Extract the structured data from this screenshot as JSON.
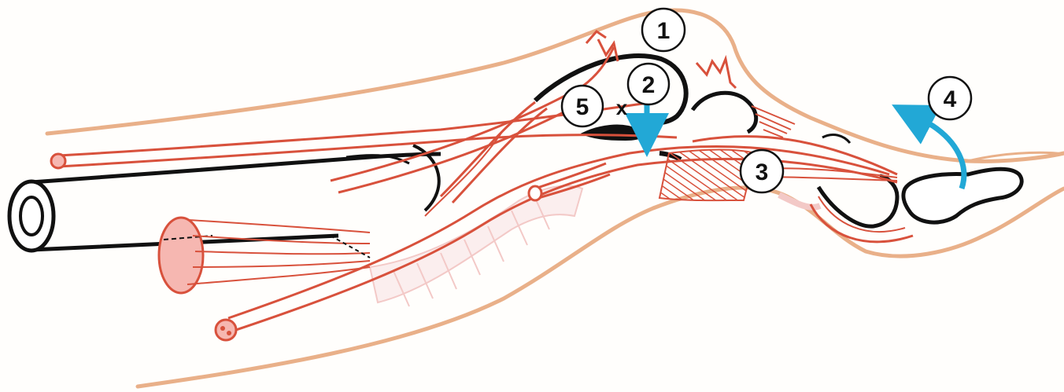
{
  "diagram": {
    "markers": [
      {
        "id": "marker-1",
        "label": "1"
      },
      {
        "id": "marker-2",
        "label": "2"
      },
      {
        "id": "marker-3",
        "label": "3"
      },
      {
        "id": "marker-4",
        "label": "4"
      },
      {
        "id": "marker-5",
        "label": "5"
      }
    ],
    "symbol_x": "x",
    "colors": {
      "tendon": "#d8513c",
      "skin_outline": "#e9b089",
      "outline": "#111111",
      "arrow": "#22a8d6",
      "sheath": "#f3c9c7",
      "muscle_fill": "#f6b7b1",
      "background": "#fffefc"
    }
  }
}
